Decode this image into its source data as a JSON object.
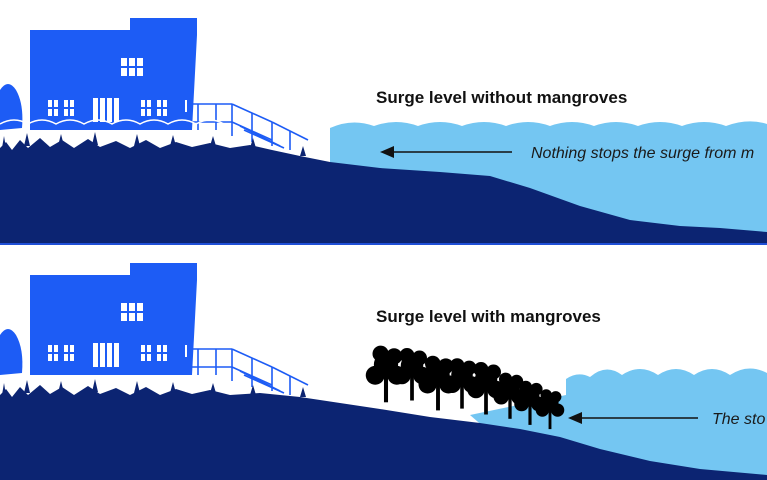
{
  "colors": {
    "background": "#ffffff",
    "water": "#74c6f2",
    "ground": "#0c2472",
    "house": "#1d5cf5",
    "house_window": "#ffffff",
    "mangrove": "#0c2472",
    "divider": "#1f4fd6",
    "arrow": "#111111"
  },
  "panels": [
    {
      "id": "without",
      "title": "Surge level without mangroves",
      "caption": "Nothing stops the surge from m"
    },
    {
      "id": "with",
      "title": "Surge level with mangroves",
      "caption": "The sto"
    }
  ],
  "icons": {
    "arrow": "left-arrow-icon",
    "house": "house-icon",
    "tree": "mangrove-tree-icon"
  }
}
